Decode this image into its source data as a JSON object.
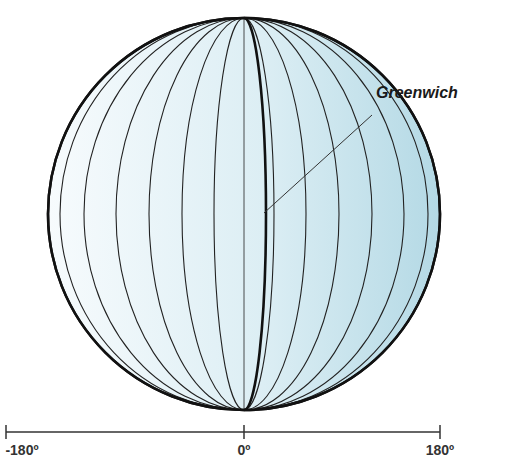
{
  "diagram": {
    "labels": [
      "Greenwich",
      "-180º",
      "0º",
      "180º"
    ]
  }
}
